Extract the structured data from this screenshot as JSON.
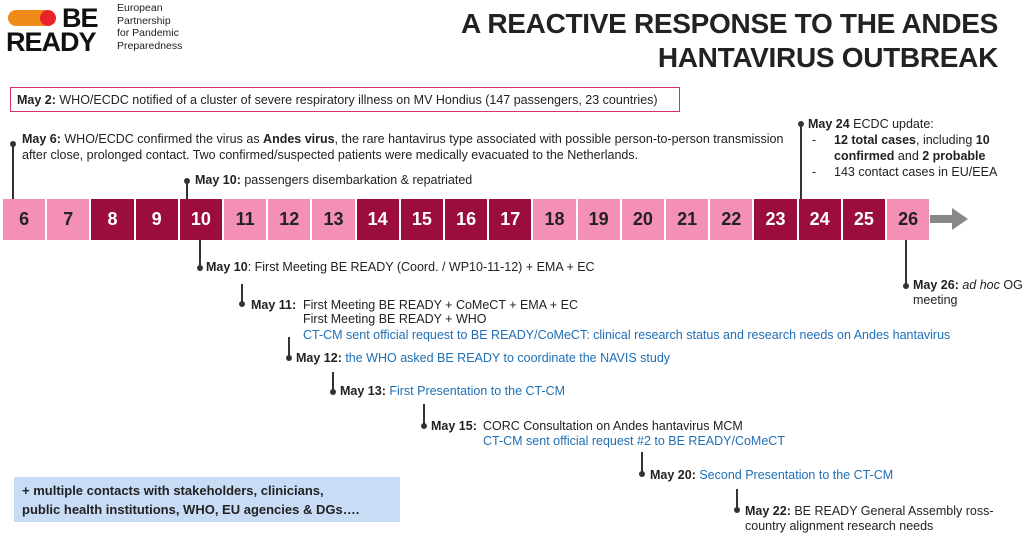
{
  "logo": {
    "word_top": "BE",
    "word_bottom": "READY",
    "subtitle_lines": [
      "European",
      "Partnership",
      "for Pandemic",
      "Preparedness"
    ]
  },
  "title": {
    "line1": "A REACTIVE RESPONSE TO THE ANDES",
    "line2": "HANTAVIRUS OUTBREAK"
  },
  "events_above": {
    "may2": {
      "date": "May 2:",
      "text": " WHO/ECDC notified of a cluster of severe respiratory illness on MV Hondius (147 passengers, 23 countries)"
    },
    "may6": {
      "date": "May 6:",
      "text_a": " WHO/ECDC confirmed the virus as ",
      "bold": "Andes virus",
      "text_b": ", the rare hantavirus type associated with possible person-to-person transmission",
      "line2": "after close, prolonged contact. Two confirmed/suspected patients were medically evacuated to the Netherlands."
    },
    "may10": {
      "date": "May 10:",
      "text": " passengers disembarkation & repatriated"
    },
    "may24": {
      "date": "May 24",
      "text": " ECDC update:",
      "item1_bold": "12 total cases",
      "item1_text": ", including ",
      "item1_bold2": "10",
      "item1_line2_bold": "confirmed",
      "item1_line2_text": " and ",
      "item1_line2_bold2": "2 probable",
      "item2": "143 contact cases in EU/EEA"
    }
  },
  "timeline": {
    "days": [
      {
        "label": "6",
        "tone": "pink"
      },
      {
        "label": "7",
        "tone": "pink"
      },
      {
        "label": "8",
        "tone": "dark"
      },
      {
        "label": "9",
        "tone": "dark"
      },
      {
        "label": "10",
        "tone": "dark"
      },
      {
        "label": "11",
        "tone": "pink"
      },
      {
        "label": "12",
        "tone": "pink"
      },
      {
        "label": "13",
        "tone": "pink"
      },
      {
        "label": "14",
        "tone": "dark"
      },
      {
        "label": "15",
        "tone": "dark"
      },
      {
        "label": "16",
        "tone": "dark"
      },
      {
        "label": "17",
        "tone": "dark"
      },
      {
        "label": "18",
        "tone": "pink"
      },
      {
        "label": "19",
        "tone": "pink"
      },
      {
        "label": "20",
        "tone": "pink"
      },
      {
        "label": "21",
        "tone": "pink"
      },
      {
        "label": "22",
        "tone": "pink"
      },
      {
        "label": "23",
        "tone": "dark"
      },
      {
        "label": "24",
        "tone": "dark"
      },
      {
        "label": "25",
        "tone": "dark"
      },
      {
        "label": "26",
        "tone": "pink"
      }
    ],
    "colors": {
      "pink": "#f48fb6",
      "dark": "#9b0d3c",
      "arrow": "#888888"
    }
  },
  "events_below": {
    "m10": {
      "date": "May 10",
      "text": ": First Meeting BE READY (Coord. / WP10-11-12) + EMA + EC"
    },
    "m11": {
      "date": "May 11:",
      "line1": "First Meeting BE READY + CoMeCT + EMA + EC",
      "line2": "First Meeting BE READY + WHO",
      "line3": "CT-CM sent official request to BE READY/CoMeCT: clinical research status and research needs on Andes hantavirus"
    },
    "m12": {
      "date": "May 12:",
      "text": " the WHO asked BE READY to coordinate the NAVIS study"
    },
    "m13": {
      "date": "May 13:",
      "text": " First Presentation to the CT-CM"
    },
    "m15": {
      "date": "May 15:",
      "line1": "CORC Consultation on Andes hantavirus MCM",
      "line2": "CT-CM sent official request #2 to BE READY/CoMeCT"
    },
    "m20": {
      "date": "May 20:",
      "text": " Second Presentation to the CT-CM"
    },
    "m22": {
      "date": "May 22:",
      "line1": " BE READY General Assembly ross-",
      "line2": "country alignment research needs"
    },
    "m26": {
      "date": "May 26:",
      "italic": " ad hoc",
      "text": " OG",
      "line2": "meeting"
    }
  },
  "note": {
    "line1": "+ multiple contacts with stakeholders, clinicians,",
    "line2": "public health institutions, WHO, EU agencies & DGs…."
  }
}
